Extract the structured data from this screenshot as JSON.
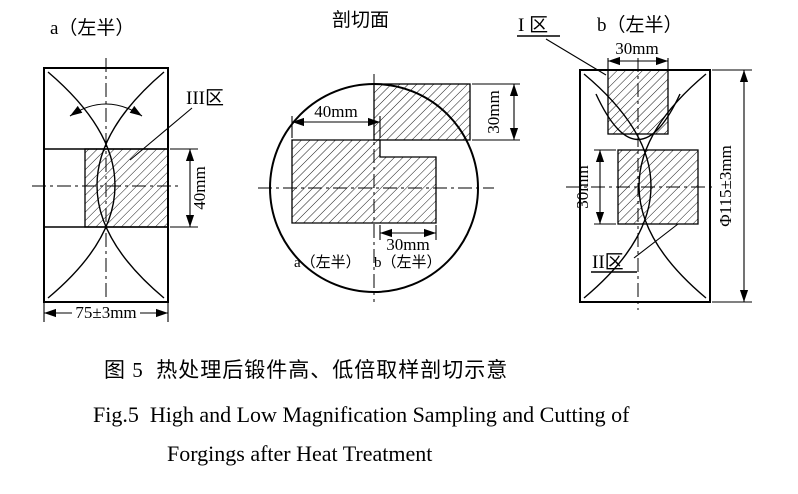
{
  "left_view": {
    "label": "a（左半）",
    "zone": "III区",
    "dim_height": "40mm",
    "dim_width": "75±3mm"
  },
  "section_view": {
    "title": "剖切面",
    "dim_top_block_height": "30mm",
    "dim_block_a_width": "40mm",
    "dim_block_b_width": "30mm",
    "label_a": "a（左半）",
    "label_b": "b（左半）"
  },
  "right_view": {
    "zone_top": "I 区",
    "label": "b（左半）",
    "dim_top_width": "30mm",
    "dim_block_height": "30mm",
    "zone_mid": "II区",
    "dim_diameter": "Φ115±3mm"
  },
  "caption": {
    "zh": "图 5  热处理后锻件高、低倍取样剖切示意",
    "en_line1": "Fig.5  High and Low Magnification Sampling and Cutting of",
    "en_line2": "Forgings after Heat Treatment"
  }
}
